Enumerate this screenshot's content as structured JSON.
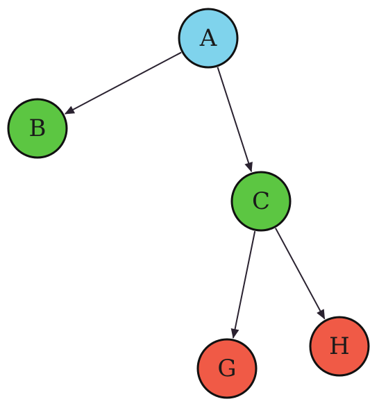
{
  "colors": {
    "root": "#7fd3ec",
    "internal": "#5cc642",
    "leaf": "#f05a46",
    "edge": "#2a2230"
  },
  "nodes": [
    {
      "id": "A",
      "label": "A",
      "kind": "root"
    },
    {
      "id": "B",
      "label": "B",
      "kind": "internal"
    },
    {
      "id": "C",
      "label": "C",
      "kind": "internal"
    },
    {
      "id": "G",
      "label": "G",
      "kind": "leaf"
    },
    {
      "id": "H",
      "label": "H",
      "kind": "leaf"
    }
  ],
  "edges": [
    {
      "from": "A",
      "to": "B"
    },
    {
      "from": "A",
      "to": "C"
    },
    {
      "from": "C",
      "to": "G"
    },
    {
      "from": "C",
      "to": "H"
    }
  ]
}
